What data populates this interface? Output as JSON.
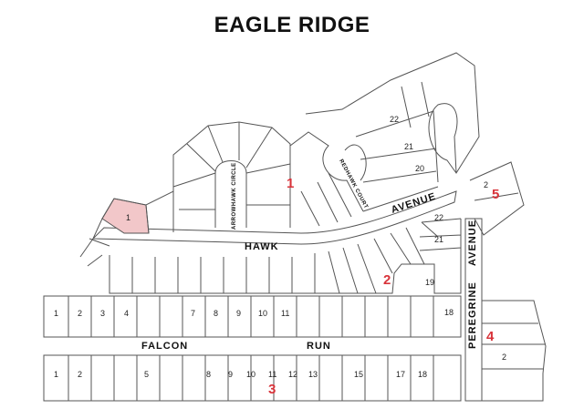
{
  "title": "EAGLE RIDGE",
  "streets": {
    "hawk": "HAWK",
    "avenue_top": "AVENUE",
    "falcon": "FALCON",
    "run": "RUN",
    "peregrine": "PEREGRINE",
    "avenue_right": "AVENUE",
    "arrowhawk": "ARROWHAWK CIRCLE",
    "redhawk": "REDHAWK COURT"
  },
  "phases": {
    "p1": "1",
    "p2": "2",
    "p3": "3",
    "p4": "4",
    "p5": "5"
  },
  "lots": {
    "highlighted_lot": "1",
    "redhawk_22": "22",
    "redhawk_21": "21",
    "redhawk_20": "20",
    "avenue_22": "22",
    "avenue_21": "21",
    "lot_19": "19",
    "lot_18_upper": "18",
    "phase5_lot_2": "2",
    "phase4_lot_2": "2",
    "upper_row": [
      "1",
      "2",
      "3",
      "4",
      "7",
      "8",
      "9",
      "10",
      "11"
    ],
    "lower_row": [
      "1",
      "2",
      "5",
      "8",
      "9",
      "10",
      "11",
      "12",
      "13",
      "15",
      "17",
      "18"
    ]
  },
  "colors": {
    "highlight": "#f2c7c9",
    "phase_number": "#d8333a",
    "line": "#555555"
  }
}
